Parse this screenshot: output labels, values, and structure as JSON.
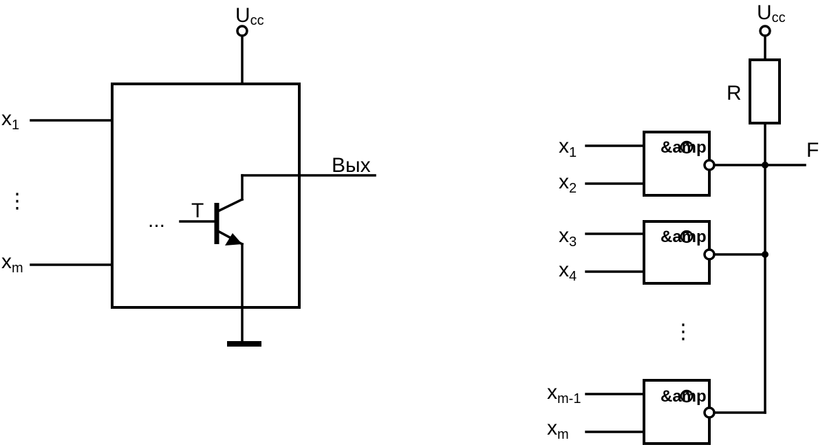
{
  "left": {
    "supply": {
      "main": "U",
      "sub": "cc"
    },
    "inputs": [
      {
        "main": "x",
        "sub": "1"
      },
      {
        "main": "x",
        "sub": "m"
      }
    ],
    "vdots": "⋮",
    "transistor_label": "T",
    "base_dots": "...",
    "output_label": "Вых"
  },
  "right": {
    "supply": {
      "main": "U",
      "sub": "cc"
    },
    "resistor_label": "R",
    "output_label": "F",
    "gate_symbol": "&amp;",
    "inputs": [
      {
        "main": "x",
        "sub": "1"
      },
      {
        "main": "x",
        "sub": "2"
      },
      {
        "main": "x",
        "sub": "3"
      },
      {
        "main": "x",
        "sub": "4"
      },
      {
        "main": "x",
        "sub": "m-1"
      },
      {
        "main": "x",
        "sub": "m"
      }
    ],
    "vdots": "⋮"
  },
  "icons": {
    "ground": "ground-icon",
    "supply_terminal": "terminal-circle-icon",
    "npn_transistor": "npn-transistor-icon",
    "resistor": "resistor-icon",
    "and_gate": "nand-gate-icon"
  }
}
